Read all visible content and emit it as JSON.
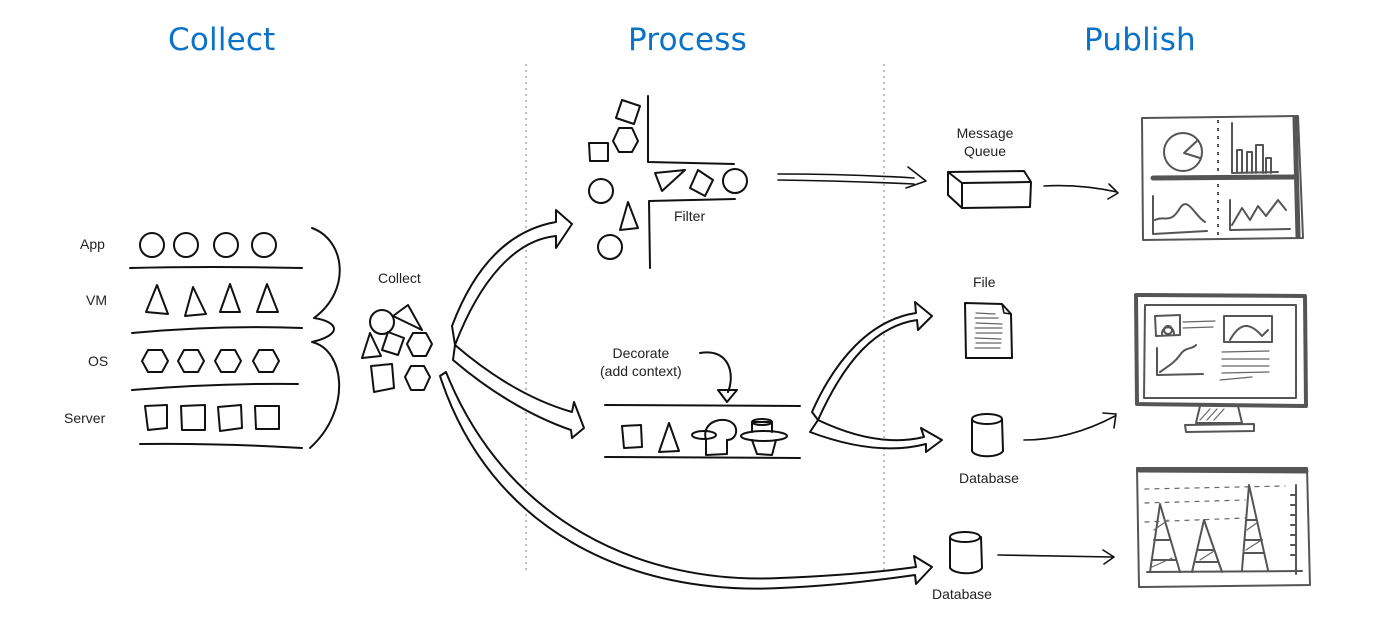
{
  "stages": [
    {
      "title": "Collect"
    },
    {
      "title": "Process"
    },
    {
      "title": "Publish"
    }
  ],
  "collect": {
    "sources": [
      "App",
      "VM",
      "OS",
      "Server"
    ],
    "source_shapes": [
      "circle",
      "triangle",
      "hexagon",
      "square"
    ],
    "aggregate_label": "Collect"
  },
  "process": {
    "filter_label": "Filter",
    "decorate_label_line1": "Decorate",
    "decorate_label_line2": "(add context)"
  },
  "publish": {
    "message_queue_line1": "Message",
    "message_queue_line2": "Queue",
    "file_label": "File",
    "database_label_1": "Database",
    "database_label_2": "Database",
    "outputs": [
      "dashboard-icon",
      "monitor-icon",
      "chart-window-icon"
    ]
  },
  "colors": {
    "title_blue": "#0a73c9",
    "ink": "#111111",
    "sketch_gray": "#555555"
  }
}
